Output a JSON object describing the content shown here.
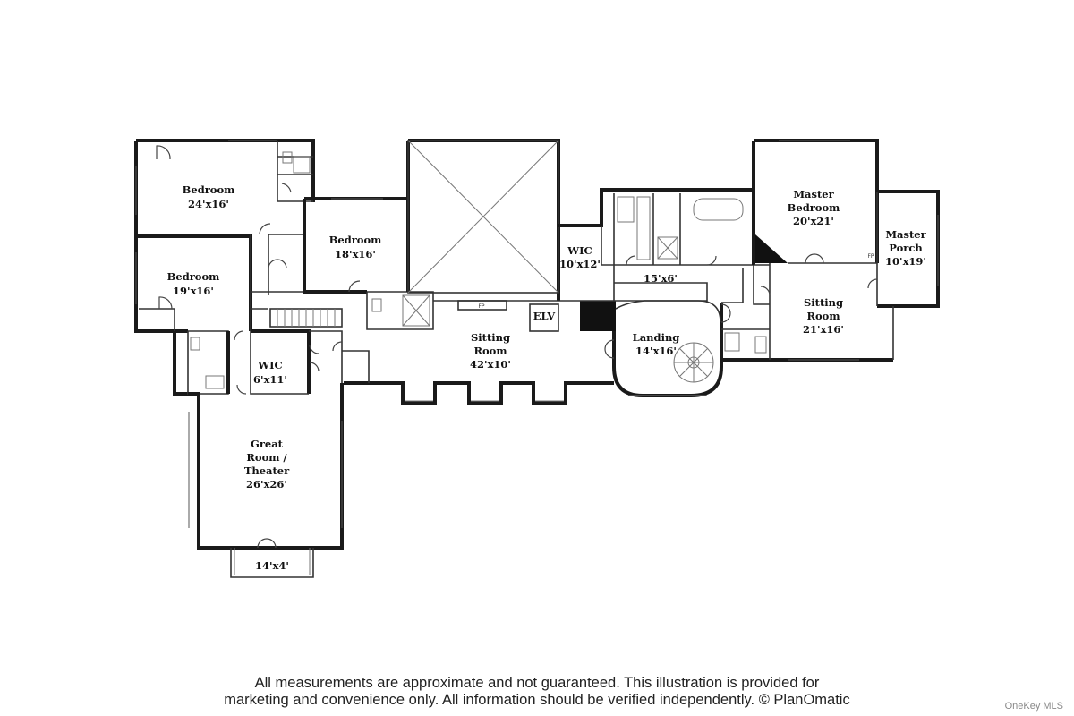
{
  "rooms": {
    "bedroom_1": {
      "name": "Bedroom",
      "size": "24'x16'"
    },
    "bedroom_2": {
      "name": "Bedroom",
      "size": "19'x16'"
    },
    "bedroom_3": {
      "name": "Bedroom",
      "size": "18'x16'"
    },
    "wic_small": {
      "name": "WIC",
      "size": "6'x11'"
    },
    "great_room": {
      "line1": "Great",
      "line2": "Room /",
      "line3": "Theater",
      "size": "26'x26'"
    },
    "deck_small": {
      "size": "14'x4'"
    },
    "sitting_room_main": {
      "line1": "Sitting",
      "line2": "Room",
      "size": "42'x10'"
    },
    "elevator": {
      "name": "ELV"
    },
    "wic_large": {
      "name": "WIC",
      "size": "10'x12'"
    },
    "hall_bath": {
      "size": "15'x6'"
    },
    "landing": {
      "name": "Landing",
      "size": "14'x16'"
    },
    "master_bedroom": {
      "line1": "Master",
      "line2": "Bedroom",
      "size": "20'x21'"
    },
    "master_porch": {
      "line1": "Master",
      "line2": "Porch",
      "size": "10'x19'"
    },
    "master_sitting": {
      "line1": "Sitting",
      "line2": "Room",
      "size": "21'x16'"
    }
  },
  "fixtures": {
    "fireplace_1": "FP",
    "fireplace_2": "FP"
  },
  "footer": {
    "disclaimer_line1": "All measurements are approximate and not guaranteed. This illustration is provided for",
    "disclaimer_line2": "marketing and convenience only. All information should be verified independently. © PlanOmatic",
    "credit": "OneKey MLS"
  }
}
